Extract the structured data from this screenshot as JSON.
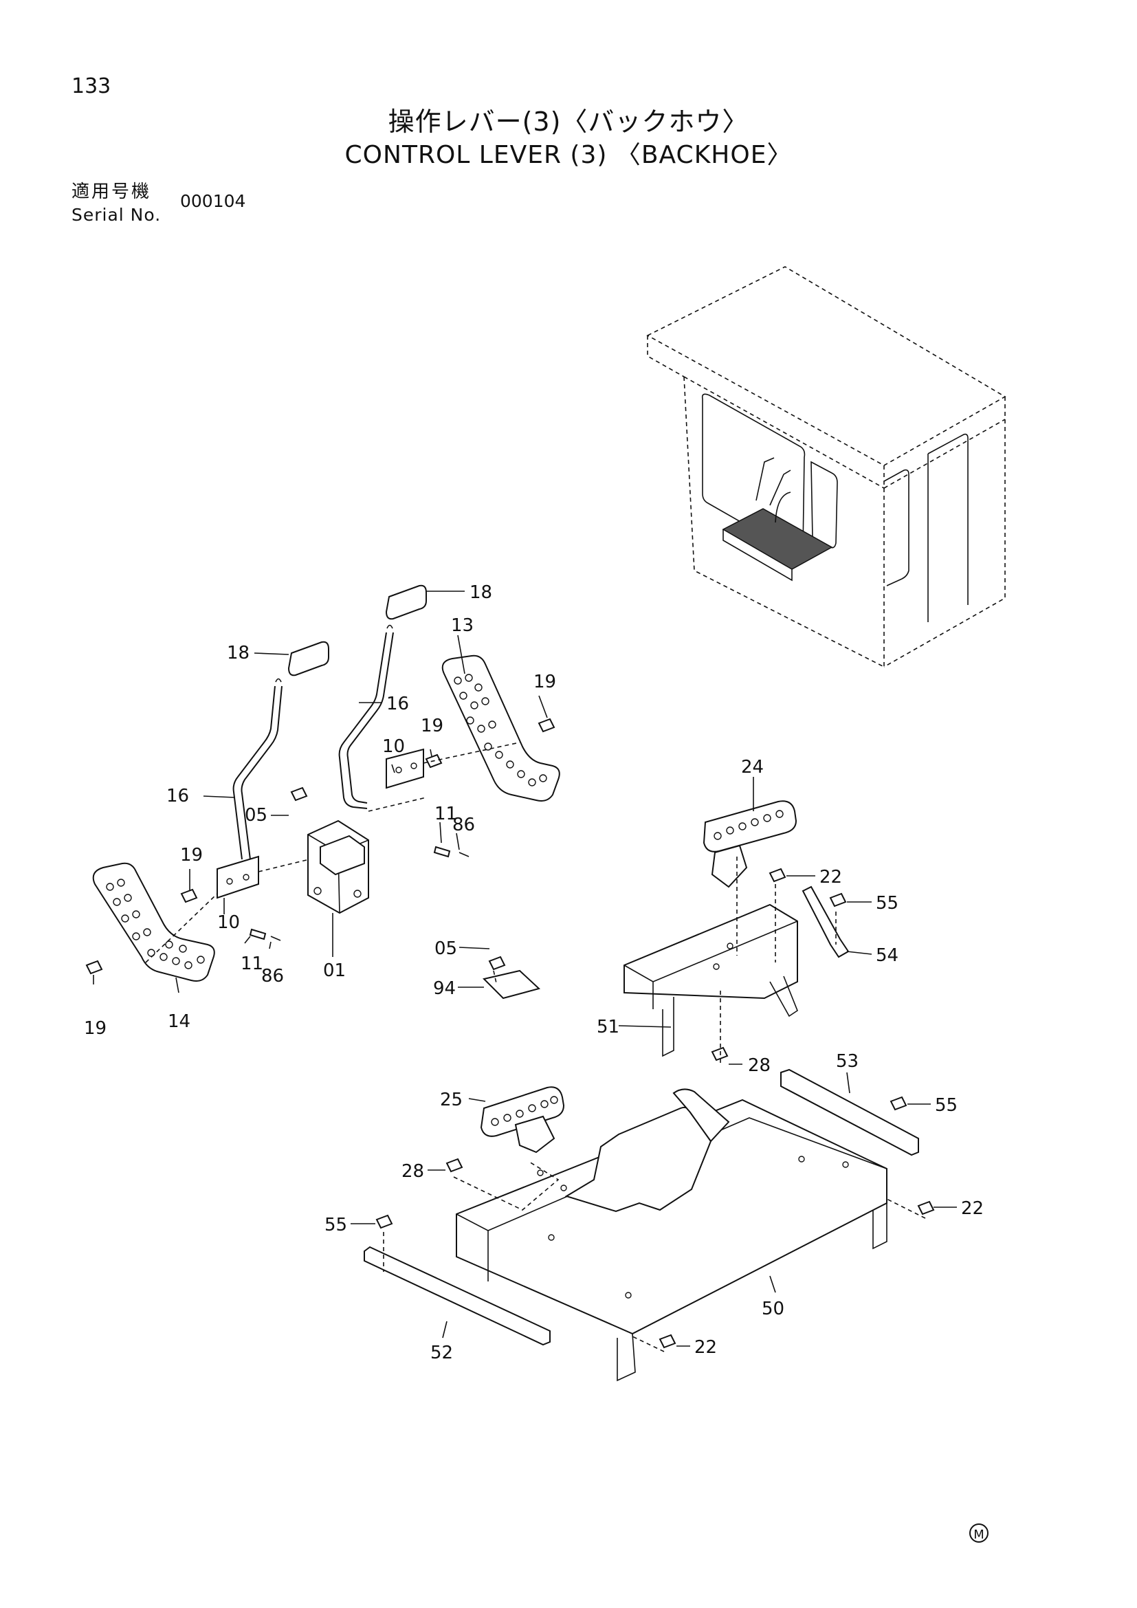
{
  "page": {
    "number": "133",
    "title_jp": "操作レバー(3)〈バックホウ〉",
    "title_en": "CONTROL LEVER (3) 〈BACKHOE〉",
    "serial_label_jp": "適用号機",
    "serial_label_en": "Serial No.",
    "serial_value": "000104",
    "mark": "M"
  },
  "callouts": {
    "p18a": "18",
    "p18b": "18",
    "p13": "13",
    "p19a": "19",
    "p16a": "16",
    "p19b": "19",
    "p10a": "10",
    "p16b": "16",
    "p05a": "05",
    "p11a": "11",
    "p86a": "86",
    "p19c": "19",
    "p10b": "10",
    "p11b": "11",
    "p86b": "86",
    "p01": "01",
    "p19d": "19",
    "p14": "14",
    "p05b": "05",
    "p94": "94",
    "p24": "24",
    "p22a": "22",
    "p55a": "55",
    "p54": "54",
    "p51": "51",
    "p28a": "28",
    "p53": "53",
    "p55b": "55",
    "p25": "25",
    "p28b": "28",
    "p22b": "22",
    "p55c": "55",
    "p50": "50",
    "p22c": "22",
    "p52": "52"
  }
}
